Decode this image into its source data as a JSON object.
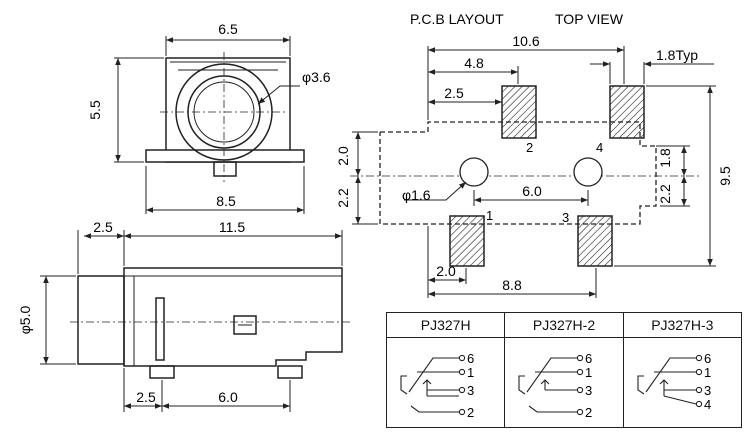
{
  "titles": {
    "pcb_layout": "P.C.B LAYOUT",
    "top_view": "TOP VIEW"
  },
  "top_drawing": {
    "width": "6.5",
    "height": "5.5",
    "hole": "φ3.6",
    "base_width": "8.5"
  },
  "side_drawing": {
    "offset": "2.5",
    "length": "11.5",
    "diameter": "φ5.0",
    "foot_offset": "2.5",
    "foot_spacing": "6.0"
  },
  "pcb": {
    "overall": "10.6",
    "pad_a": "4.8",
    "pad_b": "2.5",
    "pad_width": "1.8Typ",
    "height_total": "9.5",
    "upper_hole_offset": "2.0",
    "lower_hole_offset": "2.2",
    "right_upper": "1.8",
    "right_lower": "2.2",
    "hole_dia": "φ1.6",
    "hole_spacing": "6.0",
    "lower_left": "2.0",
    "lower_span": "8.8",
    "pad_numbers": [
      "1",
      "2",
      "3",
      "4"
    ]
  },
  "table": {
    "columns": [
      {
        "name": "PJ327H",
        "pins": [
          "6",
          "1",
          "3",
          "2"
        ]
      },
      {
        "name": "PJ327H-2",
        "pins": [
          "6",
          "1",
          "3",
          "2"
        ]
      },
      {
        "name": "PJ327H-3",
        "pins": [
          "6",
          "1",
          "3",
          "4"
        ]
      }
    ]
  }
}
